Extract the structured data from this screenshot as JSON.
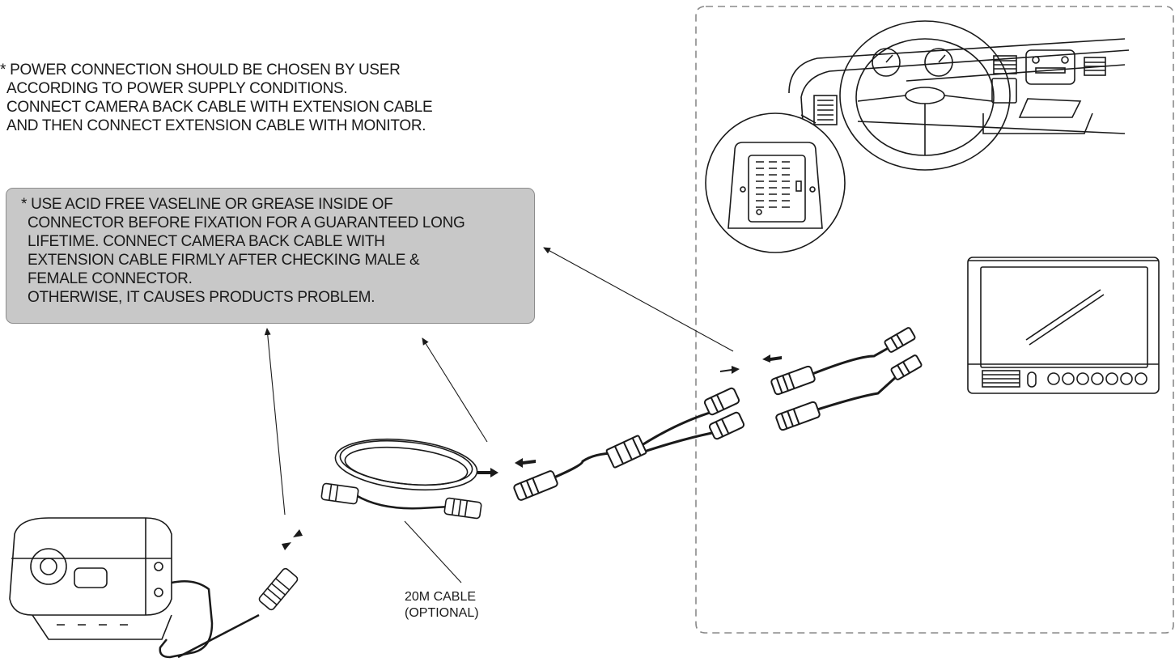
{
  "notes": {
    "power": [
      "* POWER CONNECTION SHOULD BE CHOSEN BY USER",
      "ACCORDING TO POWER SUPPLY CONDITIONS.",
      "CONNECT CAMERA BACK CABLE WITH EXTENSION CABLE",
      "AND THEN CONNECT EXTENSION CABLE WITH MONITOR."
    ],
    "caution": [
      "* USE ACID FREE VASELINE OR GREASE INSIDE OF",
      "CONNECTOR BEFORE FIXATION FOR A GUARANTEED LONG",
      "LIFETIME. CONNECT CAMERA BACK CABLE WITH",
      "EXTENSION CABLE FIRMLY AFTER CHECKING MALE &",
      "FEMALE CONNECTOR.",
      "OTHERWISE, IT CAUSES PRODUCTS PROBLEM."
    ]
  },
  "cable_label": [
    "20M CABLE",
    "(OPTIONAL)"
  ],
  "colors": {
    "ink": "#1a1a1a",
    "box_fill": "#c8c8c8",
    "dash": "#8a8a8a"
  }
}
